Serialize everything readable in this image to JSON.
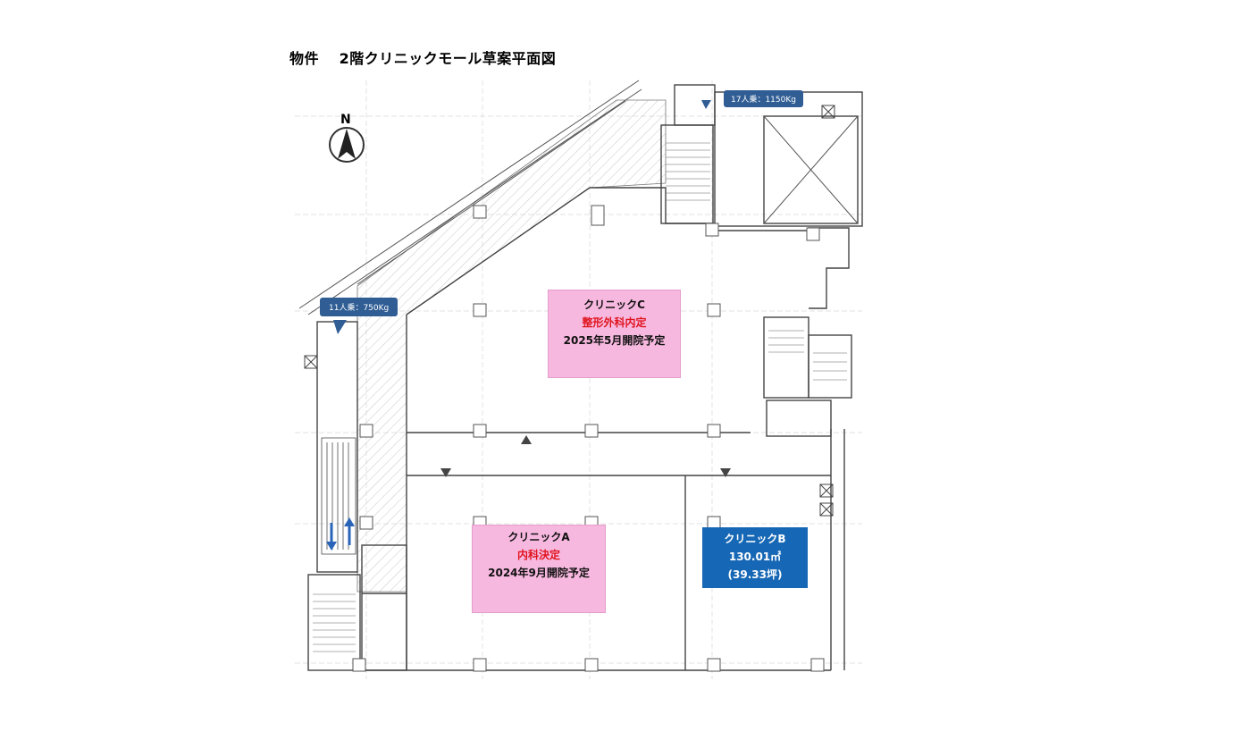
{
  "title": "物件　 2階クリニックモール草案平面図",
  "north_label": "N",
  "elevators": [
    {
      "label": "17人乗：1150Kg"
    },
    {
      "label": "11人乗：750Kg"
    }
  ],
  "clinics": [
    {
      "name": "クリニックC",
      "note": "整形外科内定",
      "detail": "2025年5月開院予定"
    },
    {
      "name": "クリニックA",
      "note": "内科決定",
      "detail": "2024年9月開院予定"
    },
    {
      "name": "クリニックB",
      "area": "130.01㎡",
      "tsubo": "(39.33坪)"
    }
  ],
  "colors": {
    "pink": "#f7b8df",
    "blue": "#1667b5",
    "red": "#e0141e",
    "callout": "#2f5d94"
  }
}
